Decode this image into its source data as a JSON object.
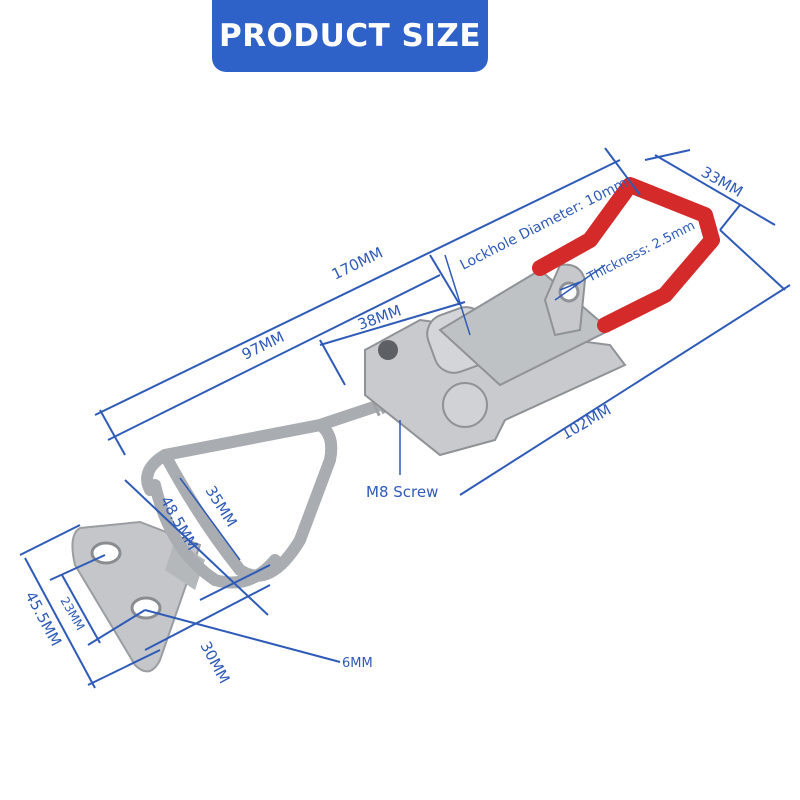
{
  "header": {
    "title": "PRODUCT SIZE"
  },
  "colors": {
    "accent": "#2f62c9",
    "dimension_lines": "#2f5bb8",
    "handle_grip": "#d42a2a",
    "steel": "#b9bcc0"
  },
  "dimensions": {
    "overall_length": "170MM",
    "hook_to_body": "97MM",
    "body_length": "38MM",
    "base_length": "102MM",
    "handle_width": "33MM",
    "lockhole": "Lockhole Diameter: 10mm",
    "thickness": "Thickness: 2.5mm",
    "screw": "M8 Screw",
    "bail_inner": "35MM",
    "bail_outer": "48.5MM",
    "hole_spacing": "23MM",
    "plate_height": "45.5MM",
    "plate_width": "30MM",
    "hole_diameter": "6MM"
  }
}
